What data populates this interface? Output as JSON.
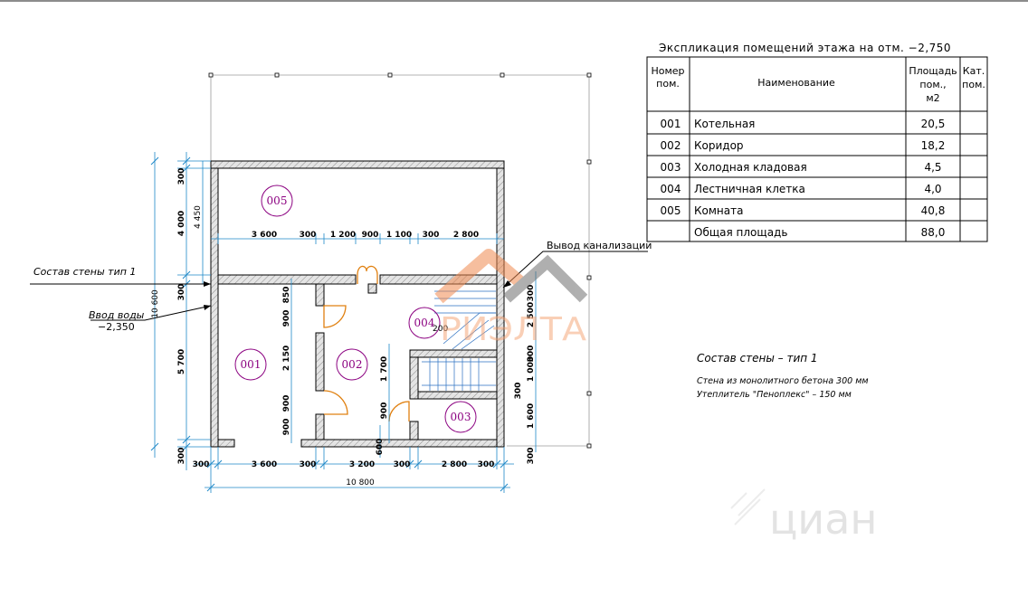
{
  "colors": {
    "wall_fill": "#d8d8d8",
    "dimension": "#1e88c8",
    "room_circle": "#8b0080",
    "watermark_orange": "#f5a070",
    "watermark_gray": "#7a7a7a"
  },
  "explication": {
    "title": "Экспликация помещений этажа на отм. −2,750",
    "headers": {
      "number": [
        "Номер",
        "пом."
      ],
      "name": "Наименование",
      "area": [
        "Площадь",
        "пом.,",
        "м2"
      ],
      "category": [
        "Кат.",
        "пом."
      ]
    },
    "rows": [
      {
        "number": "001",
        "name": "Котельная",
        "area": "20,5"
      },
      {
        "number": "002",
        "name": "Коридор",
        "area": "18,2"
      },
      {
        "number": "003",
        "name": "Холодная кладовая",
        "area": "4,5"
      },
      {
        "number": "004",
        "name": "Лестничная клетка",
        "area": "4,0"
      },
      {
        "number": "005",
        "name": "Комната",
        "area": "40,8"
      }
    ],
    "total": {
      "name": "Общая площадь",
      "area": "88,0"
    }
  },
  "rooms": [
    "005",
    "001",
    "002",
    "004",
    "003"
  ],
  "labels": {
    "wall_type": "Состав стены тип 1",
    "water_in": "Ввод воды",
    "water_level": "−2,350",
    "sewer_out": "Вывод канализации",
    "stair_mark": "200"
  },
  "wall_note": {
    "title": "Состав стены – тип 1",
    "line1": "Стена из монолитного бетона 300 мм",
    "line2": "Утеплитель \"Пеноплекс\"  – 150 мм"
  },
  "dims": {
    "bottom_row": [
      "300",
      "3 600",
      "300",
      "3 200",
      "300",
      "2 800",
      "300"
    ],
    "bottom_total": "10 800",
    "bottom_600": "600",
    "inner_row": [
      "3 600",
      "300",
      "1 200",
      "900",
      "1 100",
      "300",
      "2 800"
    ],
    "left_outer": [
      "300",
      "4 000",
      "300",
      "5 700",
      "300"
    ],
    "left_total": "10 600",
    "left_4450": "4 450",
    "left_inner": [
      "850",
      "900",
      "2 150",
      "900",
      "900"
    ],
    "mid_inner": [
      "1 700",
      "900"
    ],
    "right_inner": [
      "300",
      "2 500",
      "300",
      "1 000",
      "300",
      "1 600",
      "300"
    ]
  },
  "watermark": {
    "brand": "РИЭЛТА",
    "site": "циан"
  }
}
